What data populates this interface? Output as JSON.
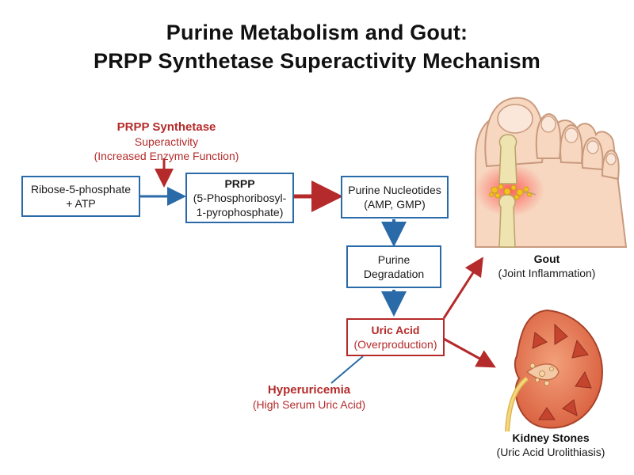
{
  "title": {
    "line1": "Purine Metabolism and Gout:",
    "line2": "PRPP Synthetase Superactivity Mechanism"
  },
  "enzyme": {
    "name": "PRPP Synthetase",
    "line2": "Superactivity",
    "line3": "(Increased Enzyme Function)"
  },
  "boxes": {
    "ribose": {
      "line1": "Ribose-5-phosphate",
      "line2": "+ ATP"
    },
    "prpp": {
      "line1": "PRPP",
      "line2": "(5-Phosphoribosyl-",
      "line3": "1-pyrophosphate)"
    },
    "nucleotides": {
      "line1": "Purine Nucleotides",
      "line2": "(AMP, GMP)"
    },
    "degradation": {
      "line1": "Purine",
      "line2": "Degradation"
    },
    "uric_acid": {
      "line1": "Uric Acid",
      "line2": "(Overproduction)"
    }
  },
  "hyperuricemia": {
    "name": "Hyperuricemia",
    "desc": "(High Serum Uric Acid)"
  },
  "outcomes": {
    "gout": {
      "name": "Gout",
      "desc": "(Joint Inflammation)"
    },
    "kidney": {
      "name": "Kidney Stones",
      "desc": "(Uric Acid Urolithiasis)"
    }
  },
  "colors": {
    "blue": "#2a6aa8",
    "red": "#b52a2a"
  }
}
